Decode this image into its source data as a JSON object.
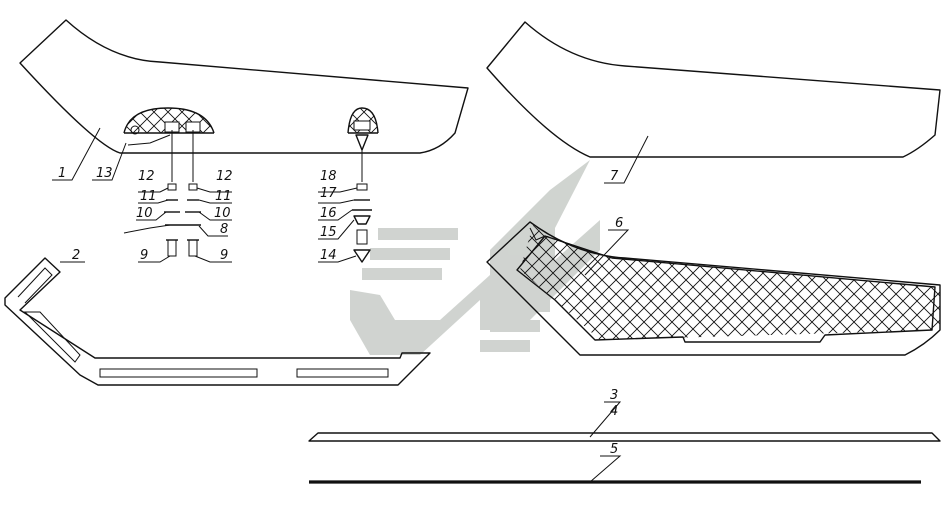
{
  "diagram": {
    "callouts": [
      {
        "id": "c1",
        "text": "1"
      },
      {
        "id": "c2",
        "text": "2"
      },
      {
        "id": "c3",
        "text": "3"
      },
      {
        "id": "c4",
        "text": "4"
      },
      {
        "id": "c5",
        "text": "5"
      },
      {
        "id": "c6",
        "text": "6"
      },
      {
        "id": "c7",
        "text": "7"
      },
      {
        "id": "c8",
        "text": "8"
      },
      {
        "id": "c9a",
        "text": "9"
      },
      {
        "id": "c9b",
        "text": "9"
      },
      {
        "id": "c10a",
        "text": "10"
      },
      {
        "id": "c10b",
        "text": "10"
      },
      {
        "id": "c11a",
        "text": "11"
      },
      {
        "id": "c11b",
        "text": "11"
      },
      {
        "id": "c12a",
        "text": "12"
      },
      {
        "id": "c12b",
        "text": "12"
      },
      {
        "id": "c13",
        "text": "13"
      },
      {
        "id": "c14",
        "text": "14"
      },
      {
        "id": "c15",
        "text": "15"
      },
      {
        "id": "c16",
        "text": "16"
      },
      {
        "id": "c17",
        "text": "17"
      },
      {
        "id": "c18",
        "text": "18"
      }
    ],
    "colors": {
      "line": "#111111",
      "watermark": "#c8ccc8",
      "background": "#ffffff"
    }
  }
}
